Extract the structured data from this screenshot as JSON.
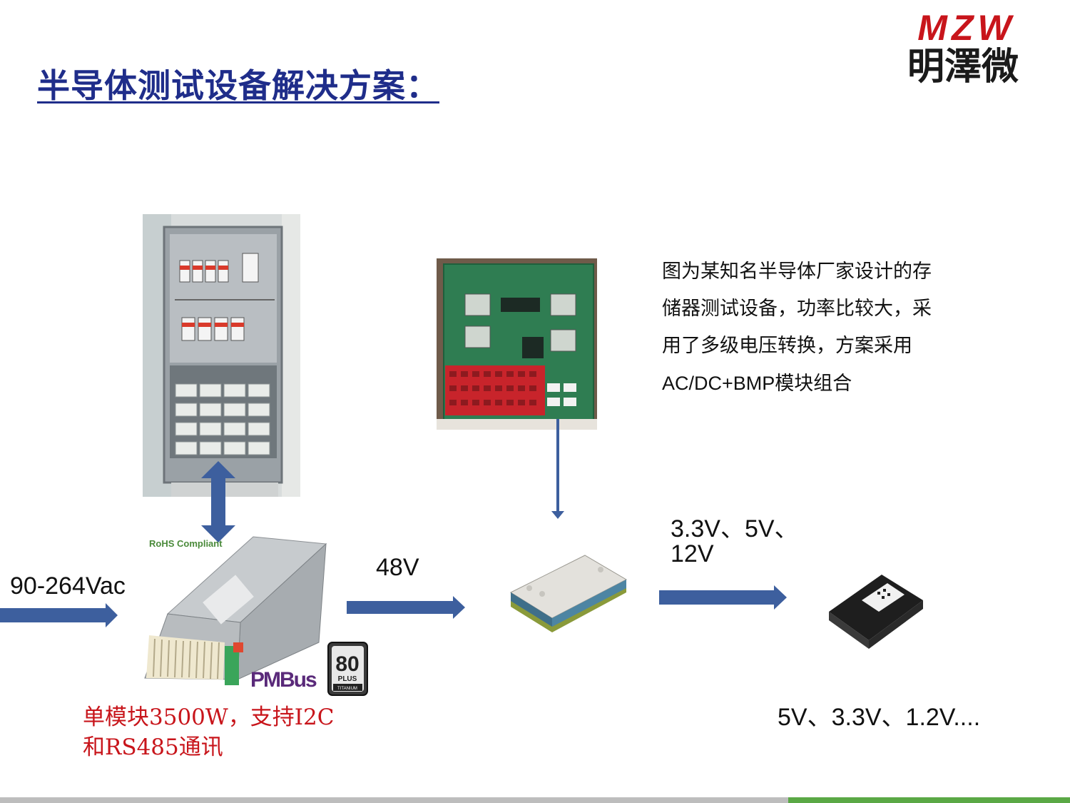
{
  "slide": {
    "title": "半导体测试设备解决方案：",
    "logo": {
      "latin": "MZW",
      "chinese": "明澤微",
      "color_latin": "#c8151b",
      "color_chinese": "#1a1a1a"
    },
    "labels": {
      "input_voltage": "90-264Vac",
      "bus_voltage": "48V",
      "mid_voltage_line1": "3.3V、5V、",
      "mid_voltage_line2": "12V",
      "output_voltage": "5V、3.3V、1.2V...."
    },
    "psu_badges": {
      "rohs": "RoHS Compliant",
      "pmbus": "PMBus",
      "plus_number": "80",
      "plus_word": "PLUS",
      "plus_grade": "TITANIUM"
    },
    "description_lines": [
      "图为某知名半导体厂家设计的存",
      "储器测试设备，功率比较大，采",
      "用了多级电压转换，方案采用",
      "AC/DC+BMP模块组合"
    ],
    "psu_note_lines": [
      "单模块3500W，支持I2C",
      "和RS485通讯"
    ],
    "icons": [
      "test-cabinet-photo",
      "pcb-board-photo",
      "psu-module-photo",
      "bus-converter-photo",
      "pol-module-photo",
      "right-arrow",
      "double-arrow",
      "down-arrow"
    ],
    "colors": {
      "title": "#1f2d8a",
      "arrow": "#3d5f9e",
      "note": "#c8151b",
      "footer_gray": "#bdbdbd",
      "footer_green": "#5aa845"
    }
  }
}
